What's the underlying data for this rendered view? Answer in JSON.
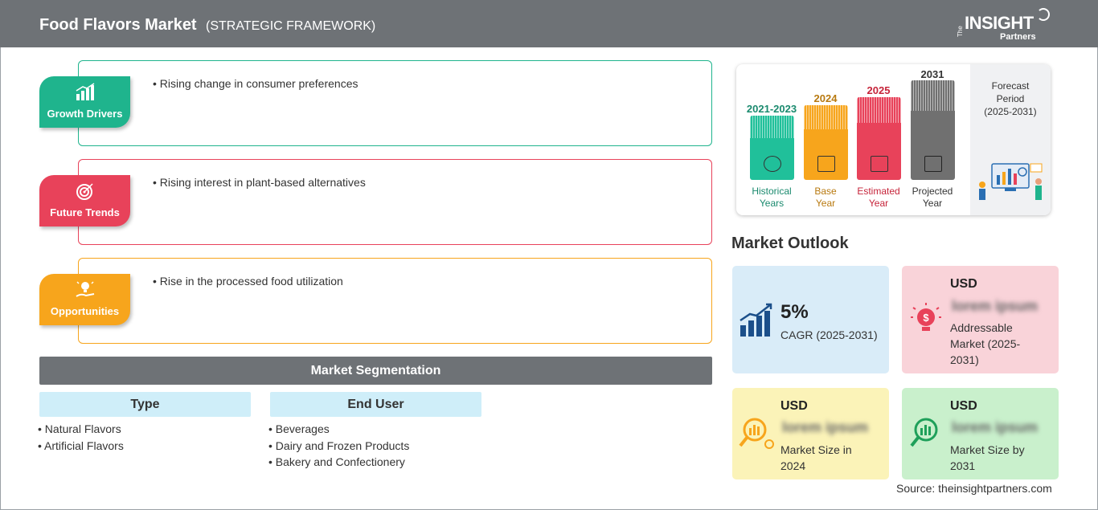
{
  "header": {
    "title": "Food Flavors Market",
    "subtitle": "(STRATEGIC FRAMEWORK)",
    "logo_the": "The",
    "logo_insight": "INSIGHT",
    "logo_partners": "Partners"
  },
  "framework": {
    "growth_drivers": {
      "label": "Growth Drivers",
      "bullet": "• Rising change in consumer preferences",
      "color": "#1fb48d"
    },
    "future_trends": {
      "label": "Future Trends",
      "bullet": "• Rising interest in plant-based alternatives",
      "color": "#e8425a"
    },
    "opportunities": {
      "label": "Opportunities",
      "bullet": "• Rise in the processed food utilization",
      "color": "#f7a51c"
    }
  },
  "segmentation": {
    "title": "Market Segmentation",
    "type": {
      "heading": "Type",
      "items": [
        "Natural Flavors",
        "Artificial Flavors"
      ]
    },
    "end_user": {
      "heading": "End User",
      "items": [
        "Beverages",
        "Dairy and Frozen Products",
        "Bakery and Confectionery"
      ]
    }
  },
  "timeline": {
    "historical": {
      "year": "2021-2023",
      "label_1": "Historical",
      "label_2": "Years",
      "color": "#20c09a"
    },
    "base": {
      "year": "2024",
      "label_1": "Base",
      "label_2": "Year",
      "color": "#f7a51c"
    },
    "estimated": {
      "year": "2025",
      "label_1": "Estimated",
      "label_2": "Year",
      "color": "#e8425a"
    },
    "projected": {
      "year": "2031",
      "label_1": "Projected",
      "label_2": "Year",
      "color": "#707070"
    },
    "forecast_1": "Forecast",
    "forecast_2": "Period",
    "forecast_3": "(2025-2031)"
  },
  "outlook": {
    "title": "Market Outlook",
    "cagr": {
      "value": "5%",
      "desc": "CAGR (2025-2031)",
      "color": "#d9ecf8"
    },
    "addressable": {
      "usd": "USD",
      "value": "lorem ipsum",
      "desc_1": "Addressable",
      "desc_2": "Market (2025-",
      "desc_3": "2031)",
      "color": "#f9d3d9"
    },
    "size_2024": {
      "usd": "USD",
      "value": "lorem ipsum",
      "desc_1": "Market Size in",
      "desc_2": "2024",
      "color": "#fbf3b8"
    },
    "size_2031": {
      "usd": "USD",
      "value": "lorem ipsum",
      "desc_1": "Market Size by",
      "desc_2": "2031",
      "color": "#c9f0cc"
    }
  },
  "source": "Source: theinsightpartners.com"
}
